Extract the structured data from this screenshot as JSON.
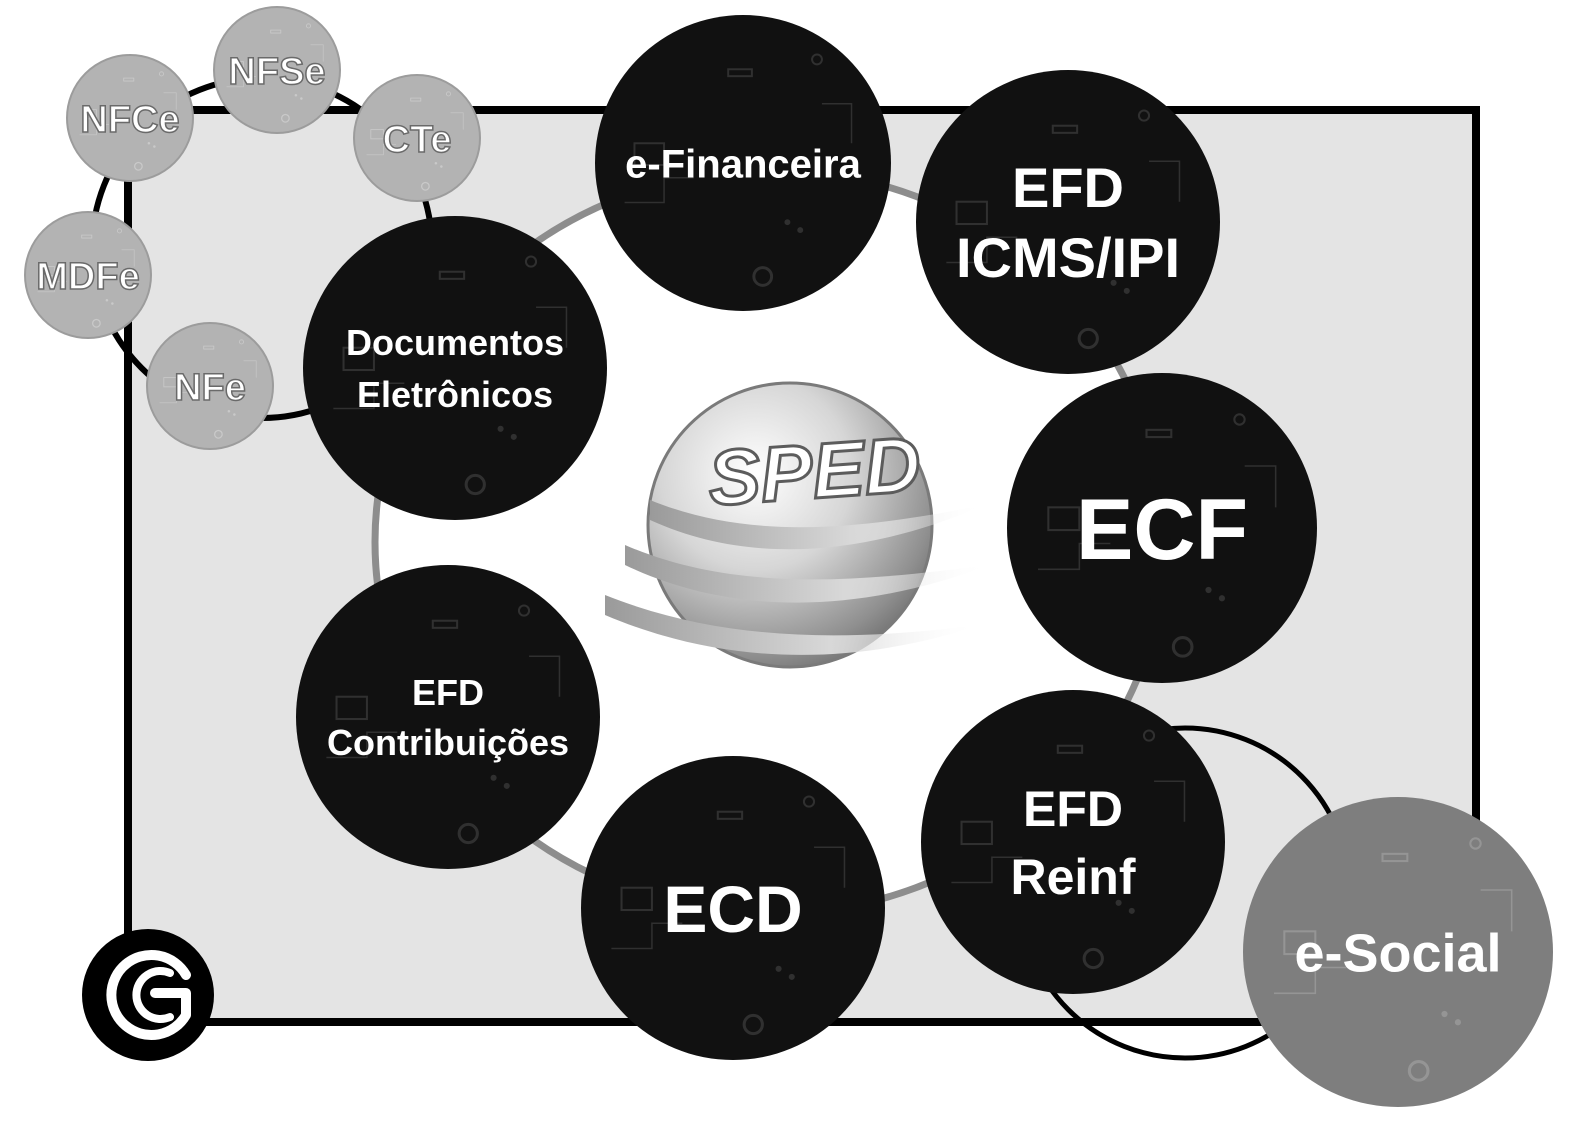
{
  "center": {
    "logo_text": "SPED"
  },
  "nodes": [
    {
      "id": "documentos-eletronicos",
      "label": [
        "Documentos",
        "Eletrônicos"
      ]
    },
    {
      "id": "e-financeira",
      "label": [
        "e-Financeira"
      ]
    },
    {
      "id": "efd-icms-ipi",
      "label": [
        "EFD",
        "ICMS/IPI"
      ]
    },
    {
      "id": "ecf",
      "label": [
        "ECF"
      ]
    },
    {
      "id": "efd-reinf",
      "label": [
        "EFD",
        "Reinf"
      ]
    },
    {
      "id": "ecd",
      "label": [
        "ECD"
      ]
    },
    {
      "id": "efd-contribuicoes",
      "label": [
        "EFD",
        "Contribuições"
      ]
    },
    {
      "id": "e-social",
      "label": [
        "e-Social"
      ]
    }
  ],
  "sub_nodes": [
    {
      "id": "nfce",
      "label": "NFCe"
    },
    {
      "id": "nfse",
      "label": "NFSe"
    },
    {
      "id": "cte",
      "label": "CTe"
    },
    {
      "id": "mdfe",
      "label": "MDFe"
    },
    {
      "id": "nfe",
      "label": "NFe"
    }
  ],
  "corner_logo": {
    "icon": "g-logo-icon"
  },
  "colors": {
    "panel": "#e4e4e4",
    "node_dark": "#111111",
    "node_gray": "#7e7e7e",
    "sub_node": "#b3b3b3",
    "ring": "#8d8d8d",
    "text_light": "#ffffff"
  }
}
